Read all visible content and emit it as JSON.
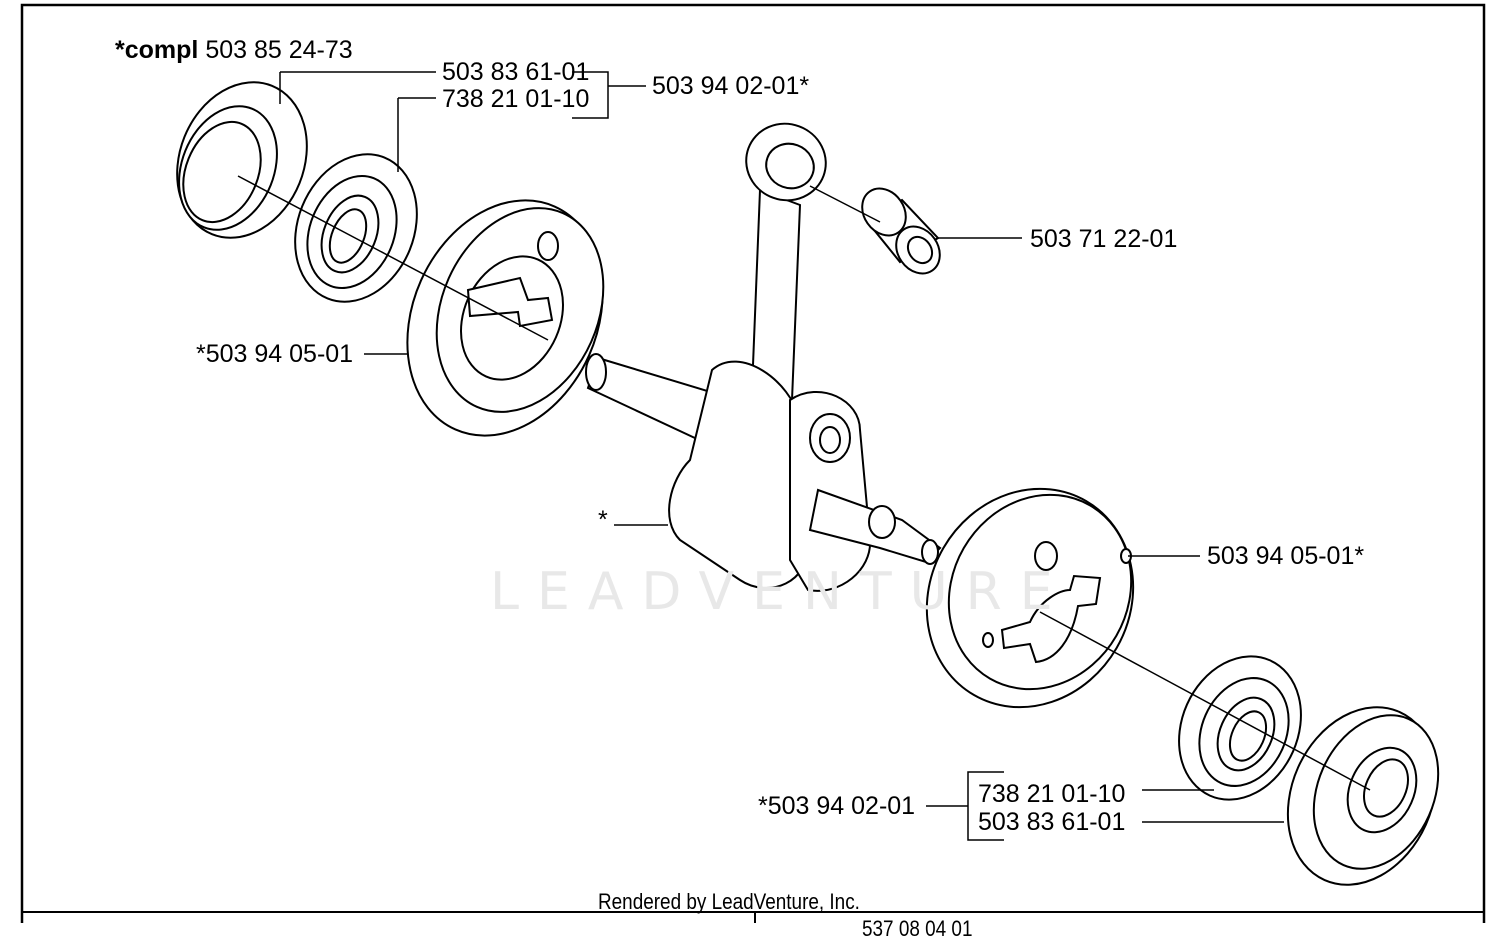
{
  "watermark": "LEADVENTURE",
  "footer": {
    "rendered_by": "Rendered by LeadVenture, Inc.",
    "partial_code": "537 08 04 01"
  },
  "labels": {
    "compl_prefix": "*compl",
    "compl_number": "503 85 24-73",
    "top_seal": "503 83 61-01",
    "top_bearing": "738 21 01-10",
    "top_group": "503 94 02-01*",
    "needle_bearing": "503 71 22-01",
    "left_crank_half": "*503 94 05-01",
    "crankshaft": "*",
    "right_crank_half": "503 94 05-01*",
    "bottom_group": "*503 94 02-01",
    "bottom_bearing": "738 21 01-10",
    "bottom_seal": "503 83 61-01"
  }
}
